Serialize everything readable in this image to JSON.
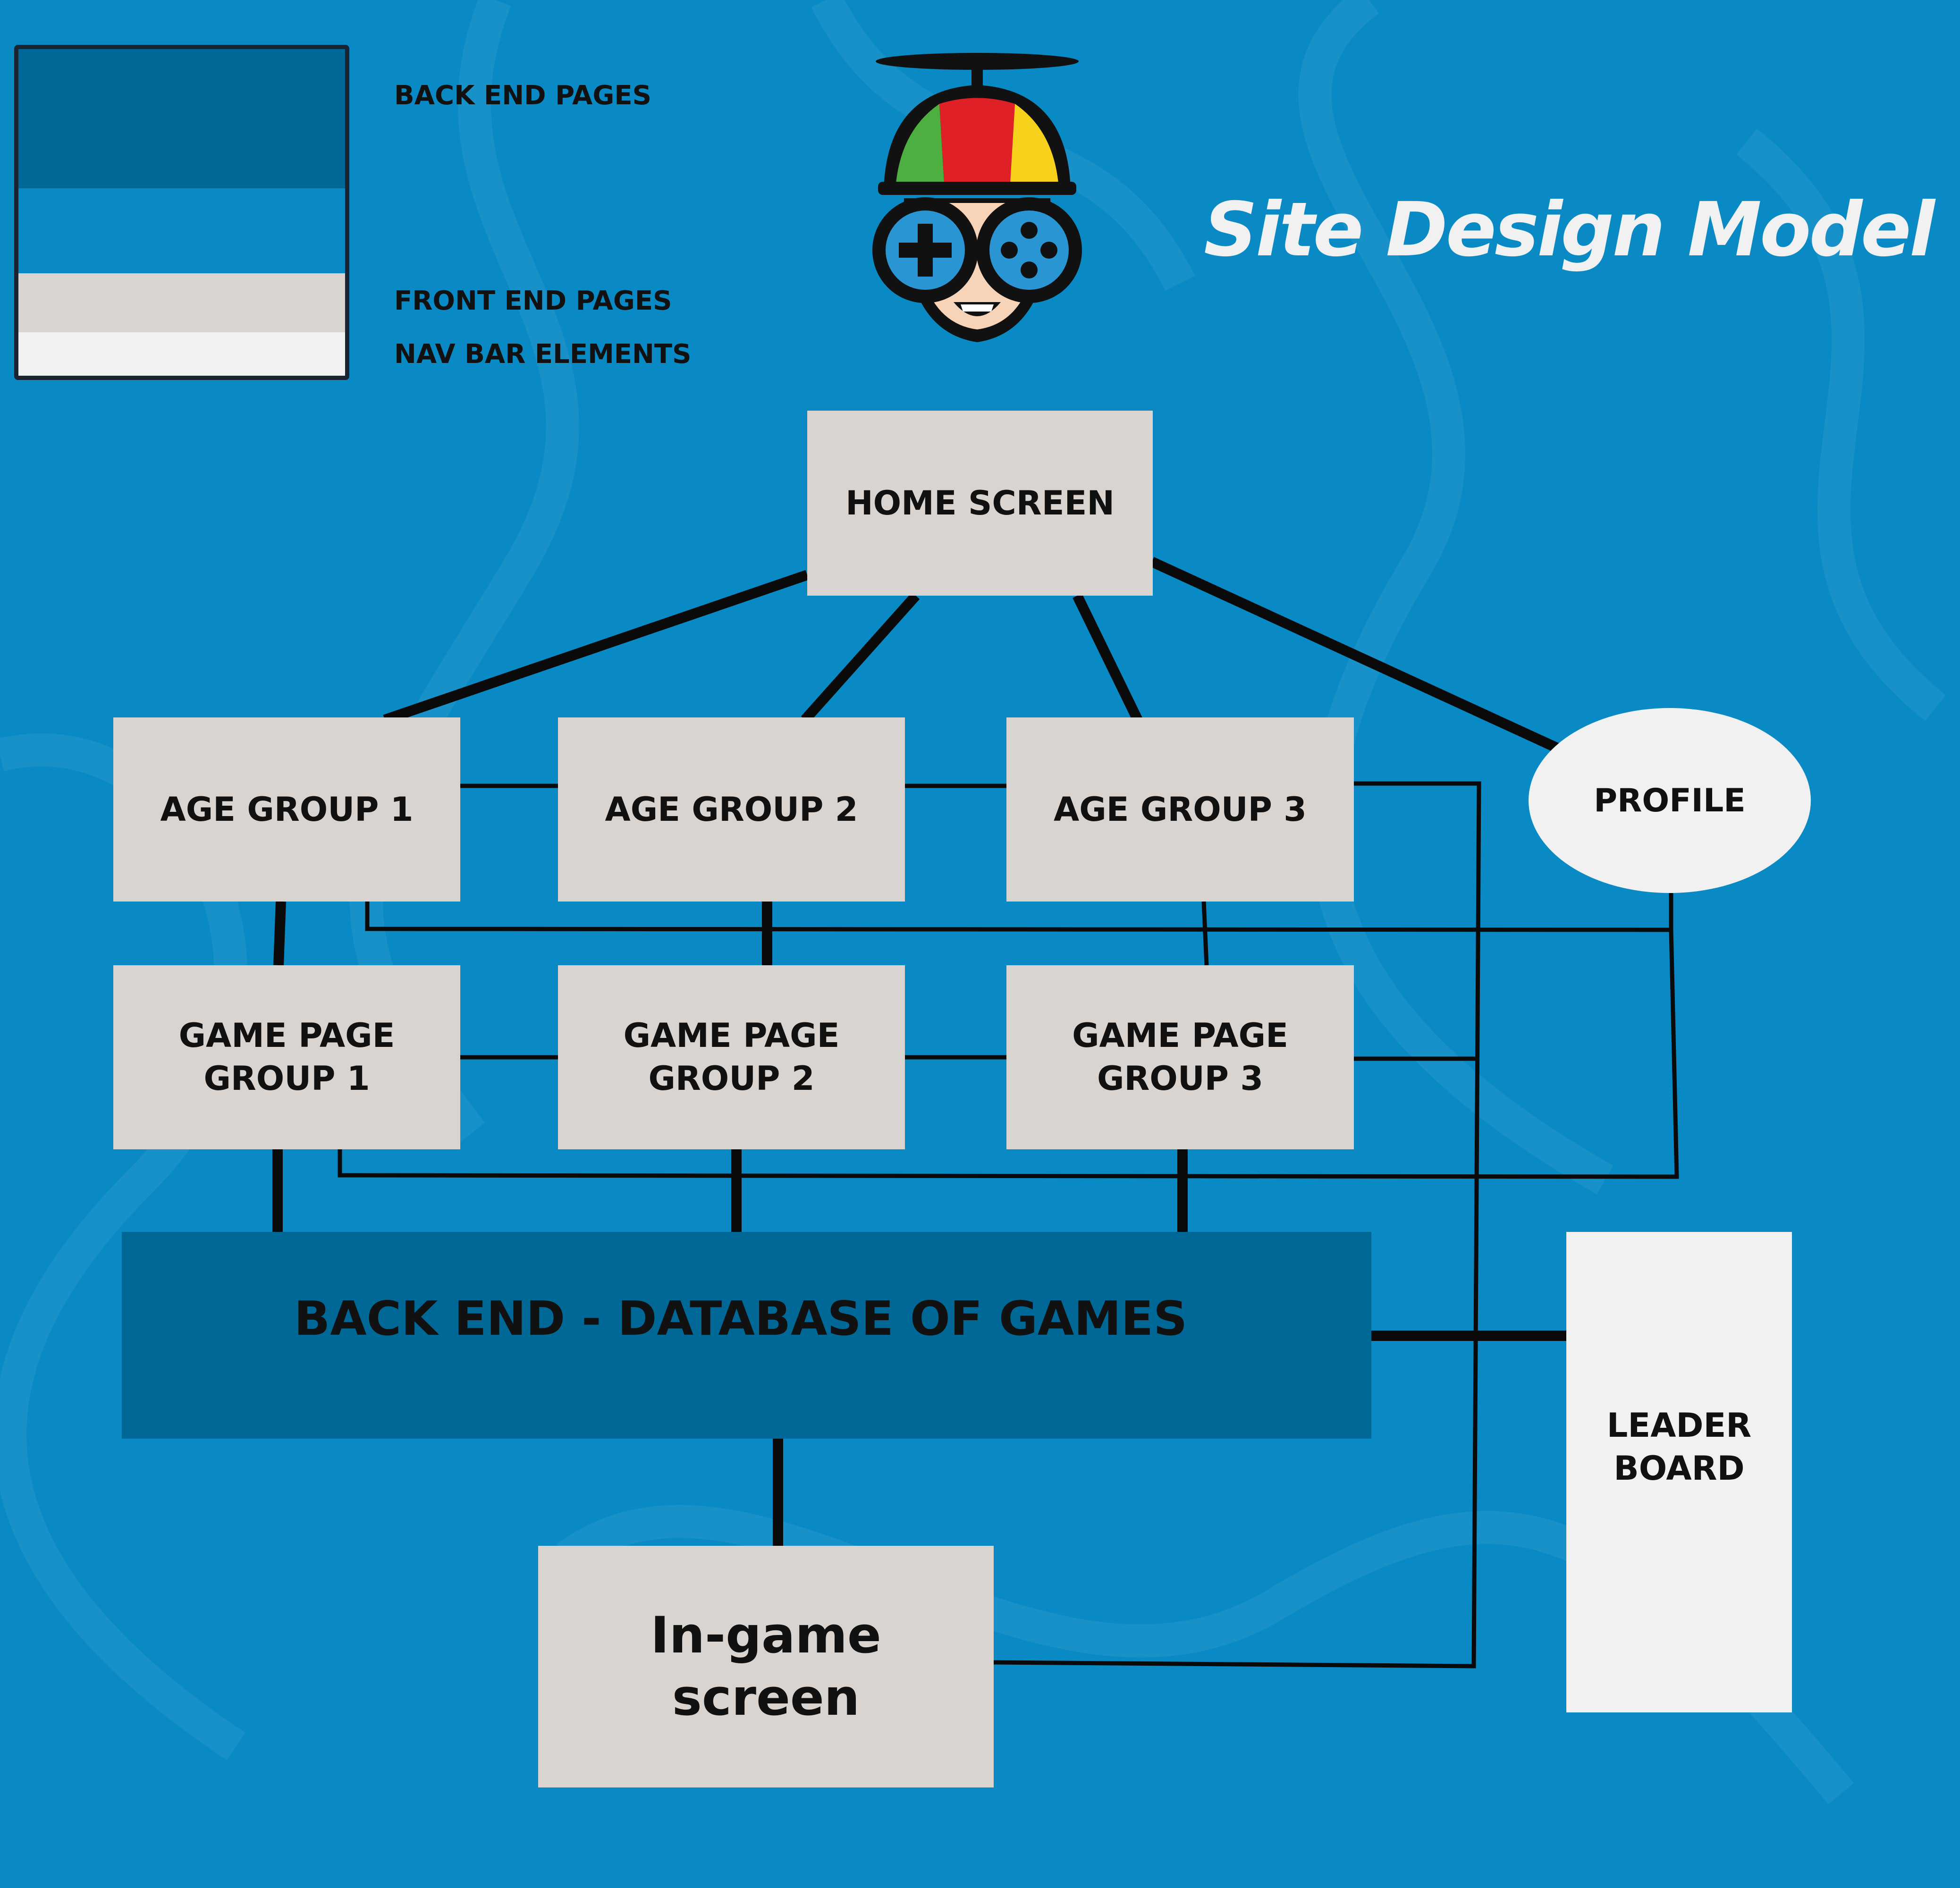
{
  "title": "Site Design Model",
  "colors": {
    "background": "#0a8ac4",
    "back_end": "#006896",
    "front_end": "#d9d4cf",
    "nav_bar": "#f1f1f1",
    "connector": "#0a0a0a"
  },
  "legend": {
    "back_end": "BACK END PAGES",
    "front_end": "FRONT END PAGES",
    "nav_bar": "NAV BAR ELEMENTS"
  },
  "nodes": {
    "home": "HOME SCREEN",
    "age1": "AGE GROUP 1",
    "age2": "AGE GROUP 2",
    "age3": "AGE GROUP 3",
    "profile": "PROFILE",
    "game1": "GAME PAGE\nGROUP 1",
    "game2": "GAME PAGE\nGROUP 2",
    "game3": "GAME PAGE\nGROUP 3",
    "backend": "BACK END - DATABASE OF GAMES",
    "leaderboard": "LEADER\nBOARD",
    "ingame": "In-game\nscreen"
  },
  "logo": {
    "icon": "propeller-cap-gamer-mascot"
  }
}
